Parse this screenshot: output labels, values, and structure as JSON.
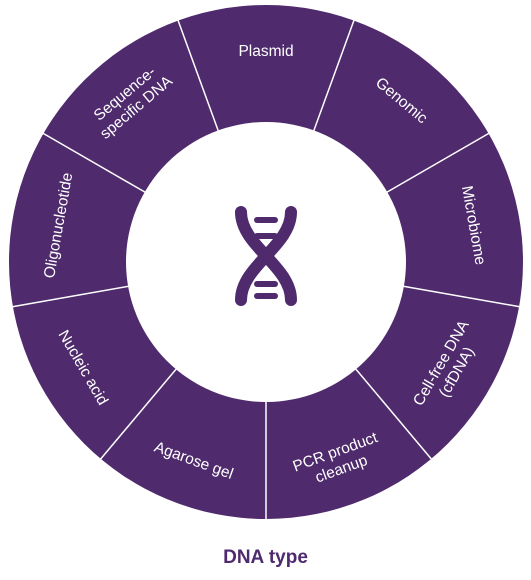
{
  "caption": "DNA type",
  "colors": {
    "ring": "#4f2a6d",
    "divider": "#ffffff",
    "center": "#ffffff",
    "icon": "#4f2a6d",
    "caption": "#4e2a6e"
  },
  "center_icon": "dna-helix-icon",
  "segments": [
    {
      "id": "plasmid",
      "lines": [
        "Plasmid"
      ]
    },
    {
      "id": "genomic",
      "lines": [
        "Genomic"
      ]
    },
    {
      "id": "microbiome",
      "lines": [
        "Microbiome"
      ]
    },
    {
      "id": "cell-free-dna",
      "lines": [
        "Cell-free DNA",
        "(cfDNA)"
      ]
    },
    {
      "id": "pcr-product-cleanup",
      "lines": [
        "PCR product",
        "cleanup"
      ]
    },
    {
      "id": "agarose-gel",
      "lines": [
        "Agarose gel"
      ]
    },
    {
      "id": "nucleic-acid",
      "lines": [
        "Nucleic acid"
      ]
    },
    {
      "id": "oligonucleotide",
      "lines": [
        "Oligonucleotide"
      ]
    },
    {
      "id": "sequence-specific-dna",
      "lines": [
        "Sequence-",
        "specific DNA"
      ]
    }
  ]
}
